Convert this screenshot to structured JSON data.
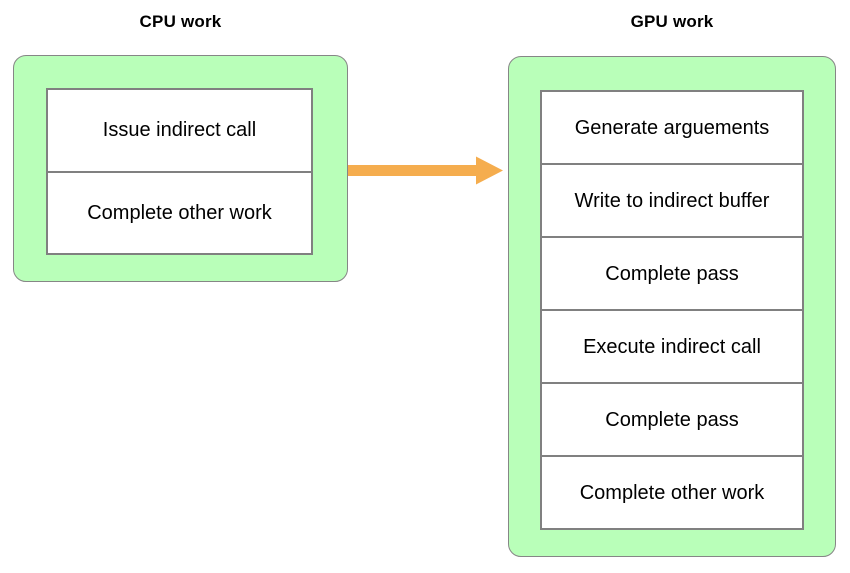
{
  "diagram": {
    "title_cpu": "CPU work",
    "title_gpu": "GPU work",
    "colors": {
      "panel_fill": "#b9ffb9",
      "panel_border": "#868686",
      "box_border": "#808080",
      "arrow": "#f5ad4e",
      "text": "#000000",
      "background": "#ffffff"
    },
    "cpu": {
      "label": "CPU work",
      "steps": [
        "Issue indirect call",
        "Complete other work"
      ]
    },
    "gpu": {
      "label": "GPU work",
      "steps": [
        "Generate arguements",
        "Write to indirect buffer",
        "Complete pass",
        "Execute indirect call",
        "Complete pass",
        "Complete other work"
      ]
    },
    "connector": {
      "icon": "arrow-right-icon",
      "from": "CPU work",
      "to": "GPU work",
      "direction": "right"
    }
  }
}
